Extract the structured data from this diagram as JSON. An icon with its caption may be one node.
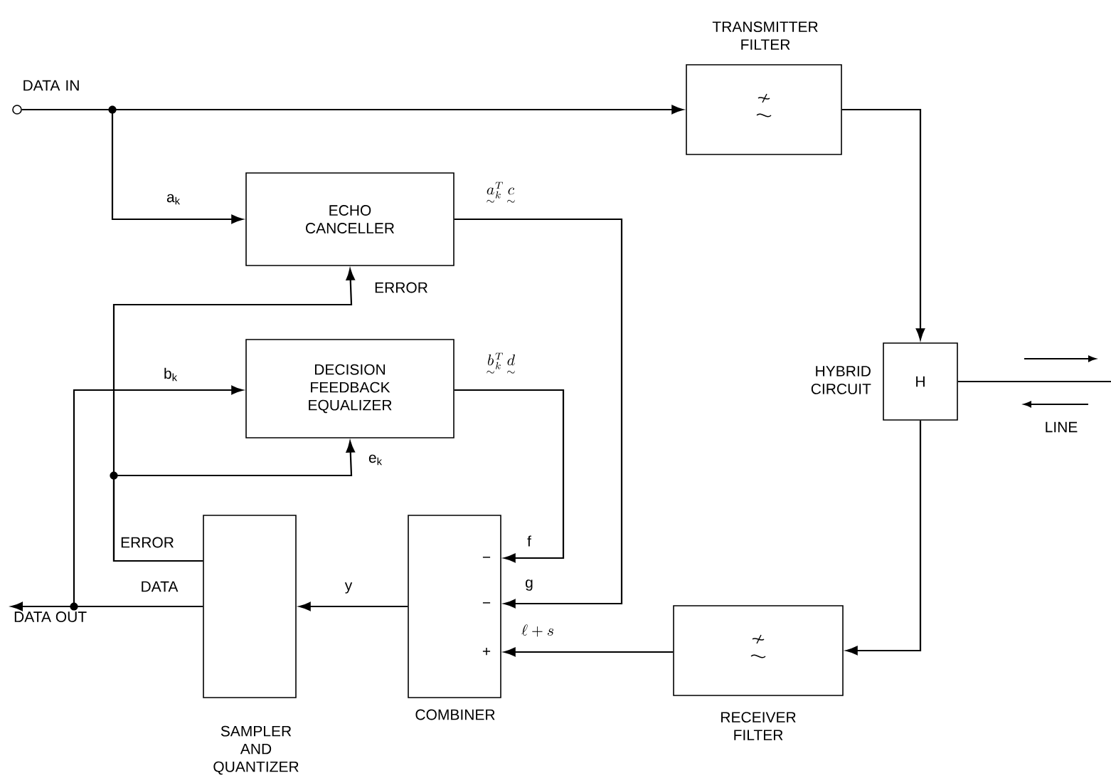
{
  "diagram": {
    "nodes": [
      {
        "text": [
          "DATA IN"
        ]
      },
      {
        "text": [
          "TRANSMITTER FILTER"
        ]
      },
      {
        "text": [
          "ECHO CANCELLER"
        ]
      },
      {
        "text": [
          "DECISION FEEDBACK EQUALIZER"
        ]
      },
      {
        "text": [
          "HYBRID CIRCUIT",
          "H"
        ]
      },
      {
        "text": [
          "COMBINER"
        ]
      },
      {
        "text": [
          "SAMPLER AND QUANTIZER"
        ]
      },
      {
        "text": [
          "RECEIVER FILTER"
        ]
      },
      {
        "text": [
          "DATA OUT"
        ]
      }
    ],
    "edges": [
      {
        "from": 0,
        "to": 1,
        "arrow": "to"
      },
      {
        "from": 0,
        "to": 2,
        "arrow": "to",
        "label": "a$_{k}$"
      },
      {
        "from": 1,
        "to": 4,
        "arrow": "to"
      },
      {
        "from": 4,
        "to": 7,
        "arrow": "to"
      },
      {
        "from": 7,
        "to": 5,
        "arrow": "to",
        "label": "\\ell + s"
      },
      {
        "from": 2,
        "to": 5,
        "arrow": "to",
        "label": "\\underset{\\sim}{a}{}_{k}^{T}\\,\\underset{\\sim}{c}"
      },
      {
        "from": 3,
        "to": 5,
        "arrow": "to",
        "label": "\\underset{\\sim}{b}{}_{k}^{T}\\,\\underset{\\sim}{d}"
      },
      {
        "from": 5,
        "to": 6,
        "arrow": "to",
        "label": "y"
      },
      {
        "from": 6,
        "to": 8,
        "arrow": "to",
        "label": "DATA"
      },
      {
        "from": 6,
        "to": 2,
        "arrow": "to",
        "label": "ERROR"
      },
      {
        "from": 6,
        "to": 3,
        "arrow": "to",
        "label": "e$_{k}$"
      },
      {
        "from": 6,
        "to": 3,
        "arrow": "to",
        "label": "b$_{k}$"
      },
      {
        "from": 4,
        "to": null,
        "arrow": "none"
      }
    ],
    "labels": [
      "ERROR",
      "f",
      "g",
      "−",
      "−",
      "+",
      "LINE"
    ]
  }
}
